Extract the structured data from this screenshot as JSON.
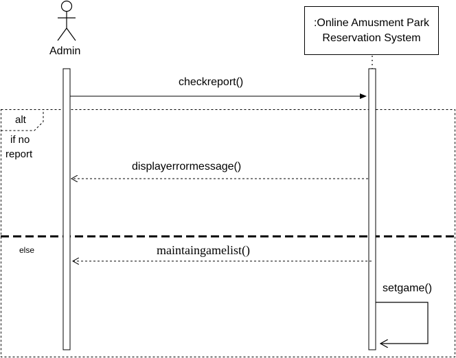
{
  "diagram": {
    "type": "sequence",
    "actor": {
      "name": "Admin",
      "icon": "stick-figure-icon"
    },
    "system": {
      "line1": ":Online Amusment Park",
      "line2": "Reservation System"
    },
    "messages": [
      {
        "label": "checkreport()",
        "kind": "synchronous"
      },
      {
        "label": "displayerrormessage()",
        "kind": "return"
      },
      {
        "label": "maintaingamelist()",
        "kind": "return"
      },
      {
        "label": "setgame()",
        "kind": "self-call"
      }
    ],
    "fragment": {
      "operator": "alt",
      "guard1_line1": "if no",
      "guard1_line2": "report",
      "guard2": "else"
    }
  }
}
